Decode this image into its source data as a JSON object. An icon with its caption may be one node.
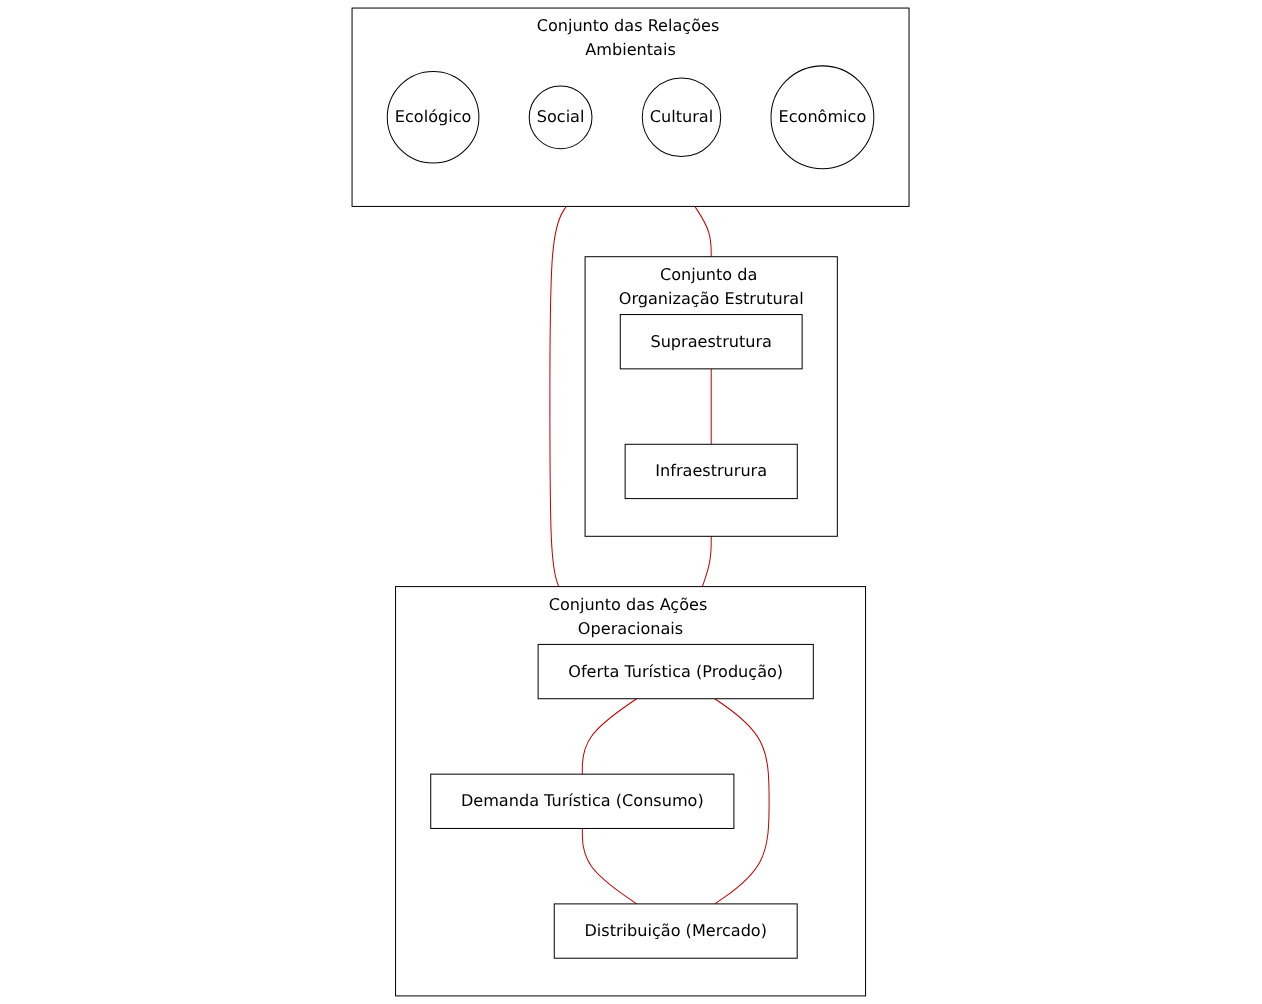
{
  "diagram": {
    "nodes": [
      {
        "text": [
          "Conjunto das Relações Ambientais"
        ]
      },
      {
        "text": [
          "Ecológico"
        ],
        "in": 0
      },
      {
        "text": [
          "Social"
        ],
        "in": 0
      },
      {
        "text": [
          "Cultural"
        ],
        "in": 0
      },
      {
        "text": [
          "Econômico"
        ],
        "in": 0
      },
      {
        "text": [
          "Conjunto da Organização Estrutural"
        ]
      },
      {
        "text": [
          "Supraestrutura"
        ],
        "in": 5
      },
      {
        "text": [
          "Infraestrurura"
        ],
        "in": 5
      },
      {
        "text": [
          "Conjunto das Ações Operacionais"
        ]
      },
      {
        "text": [
          "Oferta Turística (Produção)"
        ],
        "in": 8
      },
      {
        "text": [
          "Demanda Turística (Consumo)"
        ],
        "in": 8
      },
      {
        "text": [
          "Distribuição (Mercado)"
        ],
        "in": 8
      }
    ],
    "edges": [
      {
        "from": 0,
        "to": 5,
        "arrow": "none"
      },
      {
        "from": 6,
        "to": 7,
        "arrow": "none"
      },
      {
        "from": 0,
        "to": 8,
        "arrow": "none"
      },
      {
        "from": 5,
        "to": 8,
        "arrow": "none"
      },
      {
        "from": 9,
        "to": 10,
        "arrow": "none"
      },
      {
        "from": 10,
        "to": 11,
        "arrow": "none"
      },
      {
        "from": 9,
        "to": 11,
        "arrow": "none"
      }
    ]
  }
}
